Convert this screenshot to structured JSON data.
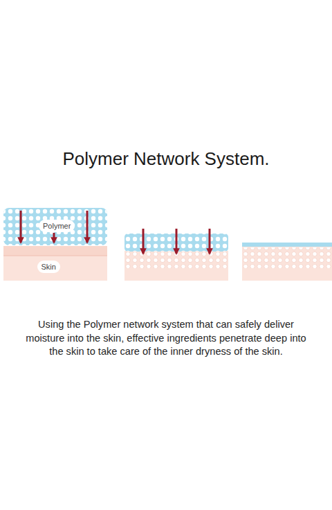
{
  "diagram": {
    "title": "Polymer Network System.",
    "caption": "Using the Polymer network system that can safely deliver moisture into the skin, effective ingredients penetrate deep into the skin to take care of the inner dryness of the skin.",
    "nodes": [
      {
        "text": [
          "Polymer"
        ]
      },
      {
        "text": [
          "Skin"
        ]
      }
    ]
  }
}
